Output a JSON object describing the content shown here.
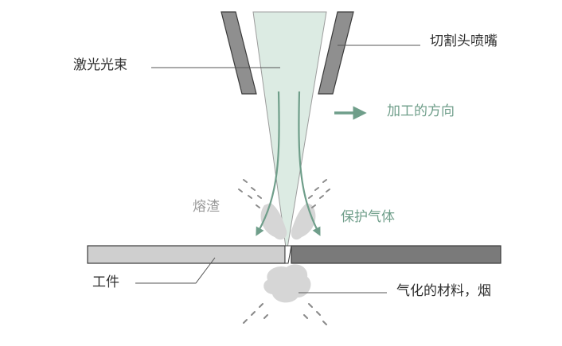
{
  "labels": {
    "nozzle": "切割头喷嘴",
    "laser_beam": "激光光束",
    "cutting_direction": "加工的方向",
    "slag": "熔渣",
    "shielding_gas": "保护气体",
    "workpiece": "工件",
    "vapor_smoke": "气化的材料，烟"
  },
  "colors": {
    "nozzle_fill": "#8f8f8f",
    "beam_fill": "#dcebe3",
    "gas_arrow": "#6f9e8a",
    "workpiece_light": "#cfcfcf",
    "workpiece_dark": "#7a7a7a",
    "smoke": "#d6d6d6",
    "leader_line": "#555555"
  }
}
